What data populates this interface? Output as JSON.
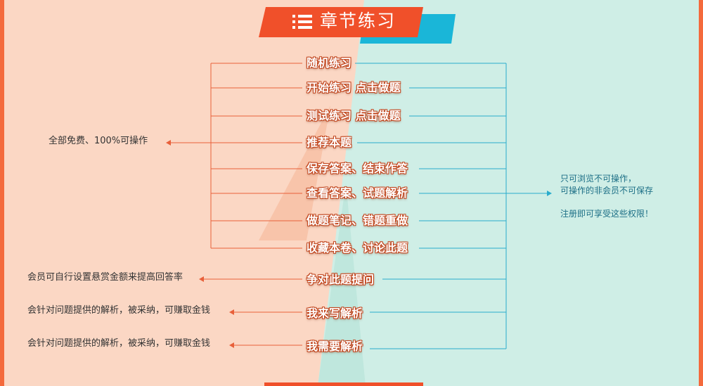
{
  "header": {
    "title": "章节练习",
    "icon": "list-icon"
  },
  "items": [
    {
      "label": "随机练习"
    },
    {
      "label": "开始练习 点击做题"
    },
    {
      "label": "测试练习 点击做题"
    },
    {
      "label": "推荐本题"
    },
    {
      "label": "保存答案、结束作答"
    },
    {
      "label": "查看答案、试题解析"
    },
    {
      "label": "做题笔记、错题重做"
    },
    {
      "label": "收藏本卷、讨论此题"
    },
    {
      "label": "争对此题提问"
    },
    {
      "label": "我来写解析"
    },
    {
      "label": "我需要解析"
    }
  ],
  "left_notes": {
    "free": "全部免费、100%可操作",
    "reward": "会员可自行设置悬赏金额来提高回答率",
    "explain_1": "会针对问题提供的解析，被采纳，可赚取金钱",
    "explain_2": "会针对问题提供的解析，被采纳，可赚取金钱"
  },
  "right_notes": {
    "line_1": "只可浏览不可操作，",
    "line_2": "可操作的非会员不可保存",
    "line_3": "注册即可享受这些权限！"
  },
  "colors": {
    "left_bg": "#fbd7c4",
    "right_bg": "#cfeee6",
    "accent_red": "#f0502a",
    "accent_blue": "#1ab6d8",
    "line_red": "#e8603a",
    "line_blue": "#2aaccc",
    "border": "#f46a3c"
  }
}
